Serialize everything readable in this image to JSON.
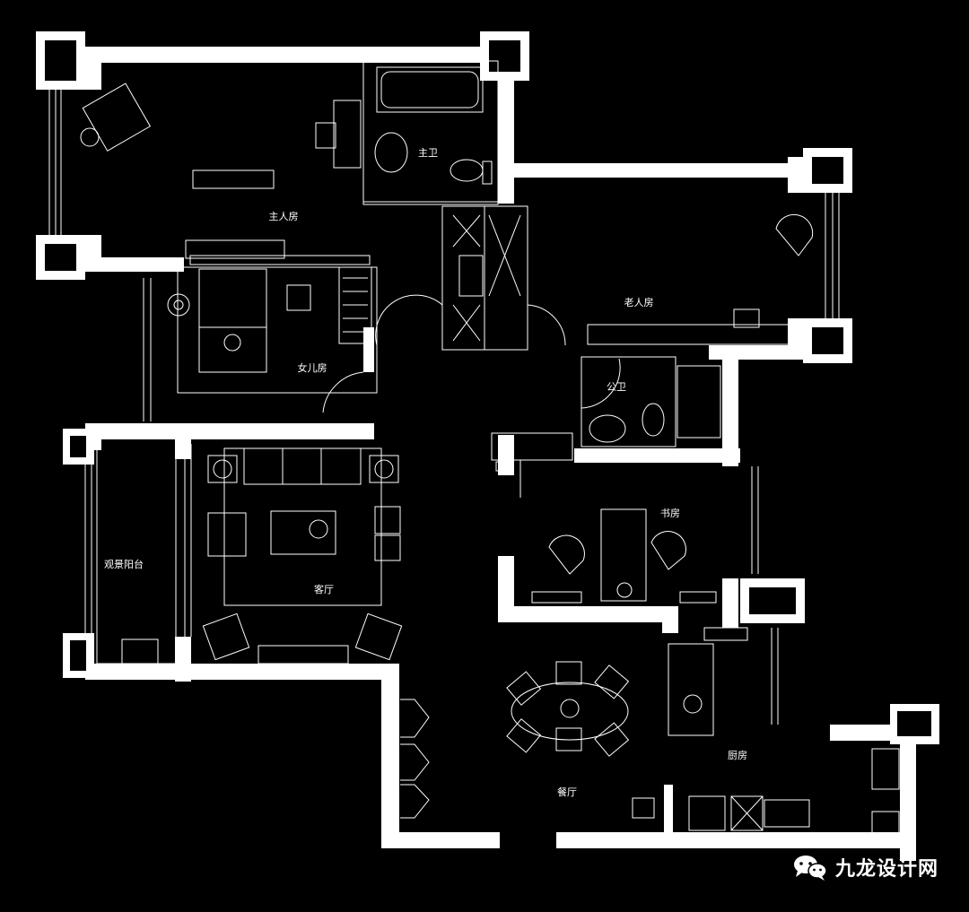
{
  "rooms": {
    "master_bedroom": "主人房",
    "master_bath": "主卫",
    "elder_room": "老人房",
    "daughter_room": "女儿房",
    "public_bath": "公卫",
    "balcony": "观景阳台",
    "living_room": "客厅",
    "study": "书房",
    "kitchen": "厨房",
    "dining_room": "餐厅"
  },
  "watermark": {
    "text": "九龙设计网",
    "icon": "wechat-icon"
  },
  "colors": {
    "background": "#000000",
    "wall": "#ffffff",
    "line": "#ffffff"
  }
}
